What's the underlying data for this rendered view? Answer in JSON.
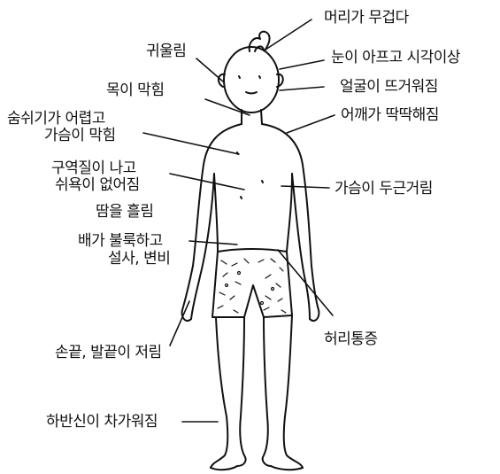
{
  "diagram": {
    "labels": {
      "head_heavy": "머리가 무겁다",
      "eye_pain": "눈이 아프고 시각이상",
      "tinnitus": "귀울림",
      "face_hot": "얼굴이 뜨거워짐",
      "throat_blocked": "목이 막힘",
      "shoulder_stiff": "어깨가 딱딱해짐",
      "breath_line1": "숨쉬기가 어렵고",
      "breath_line2": "가슴이 막힘",
      "nausea_line1": "구역질이 나고",
      "nausea_line2": "쉬욕이 없어짐",
      "palpitation": "가슴이 두근거림",
      "sweating": "땀을 흘림",
      "belly_line1": "배가 불룩하고",
      "belly_line2": "설사, 변비",
      "back_pain": "허리통증",
      "numbness": "손끝, 발끝이 저림",
      "lower_cold": "하반신이 차가워짐"
    },
    "colors": {
      "ink": "#111111",
      "background": "#ffffff"
    }
  }
}
